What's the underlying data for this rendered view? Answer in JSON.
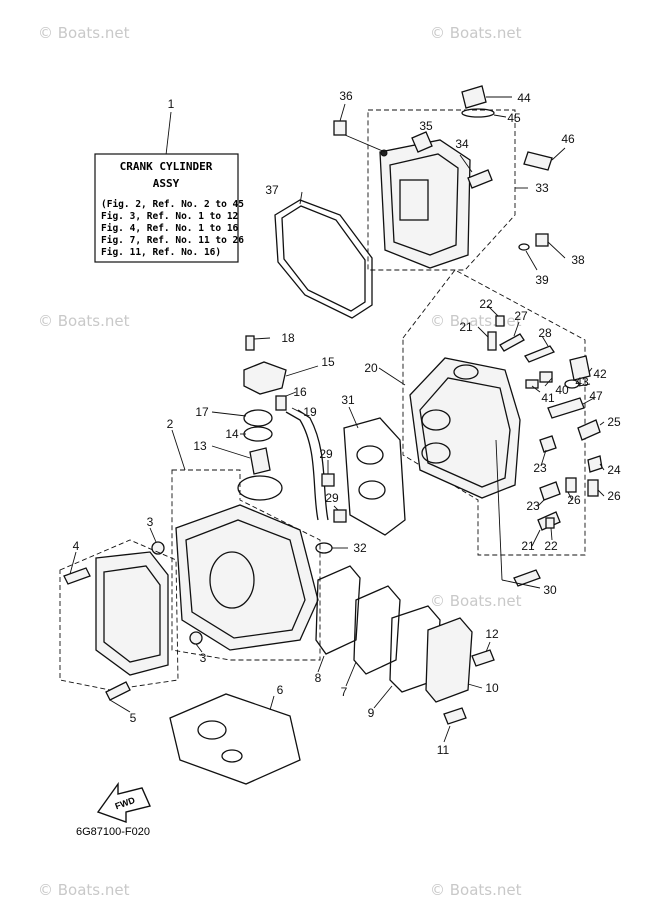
{
  "watermark": "© Boats.net",
  "reference_box": {
    "title_line1": "CRANK CYLINDER",
    "title_line2": "ASSY",
    "lines": [
      "(Fig. 2, Ref. No. 2 to 45",
      "Fig. 3, Ref. No. 1 to 12",
      "Fig. 4, Ref. No. 1 to 16",
      "Fig. 7, Ref. No. 11 to 26",
      "Fig. 11, Ref. No. 16)"
    ]
  },
  "fwd_label": "FWD",
  "drawing_code": "6G87100-F020",
  "callouts": [
    "1",
    "2",
    "3",
    "3",
    "4",
    "5",
    "6",
    "7",
    "8",
    "9",
    "10",
    "11",
    "12",
    "13",
    "14",
    "15",
    "16",
    "17",
    "18",
    "19",
    "20",
    "21",
    "21",
    "22",
    "22",
    "23",
    "23",
    "24",
    "25",
    "26",
    "26",
    "27",
    "28",
    "29",
    "29",
    "30",
    "31",
    "32",
    "33",
    "34",
    "35",
    "36",
    "37",
    "38",
    "39",
    "40",
    "41",
    "42",
    "43",
    "44",
    "45",
    "46",
    "47"
  ]
}
